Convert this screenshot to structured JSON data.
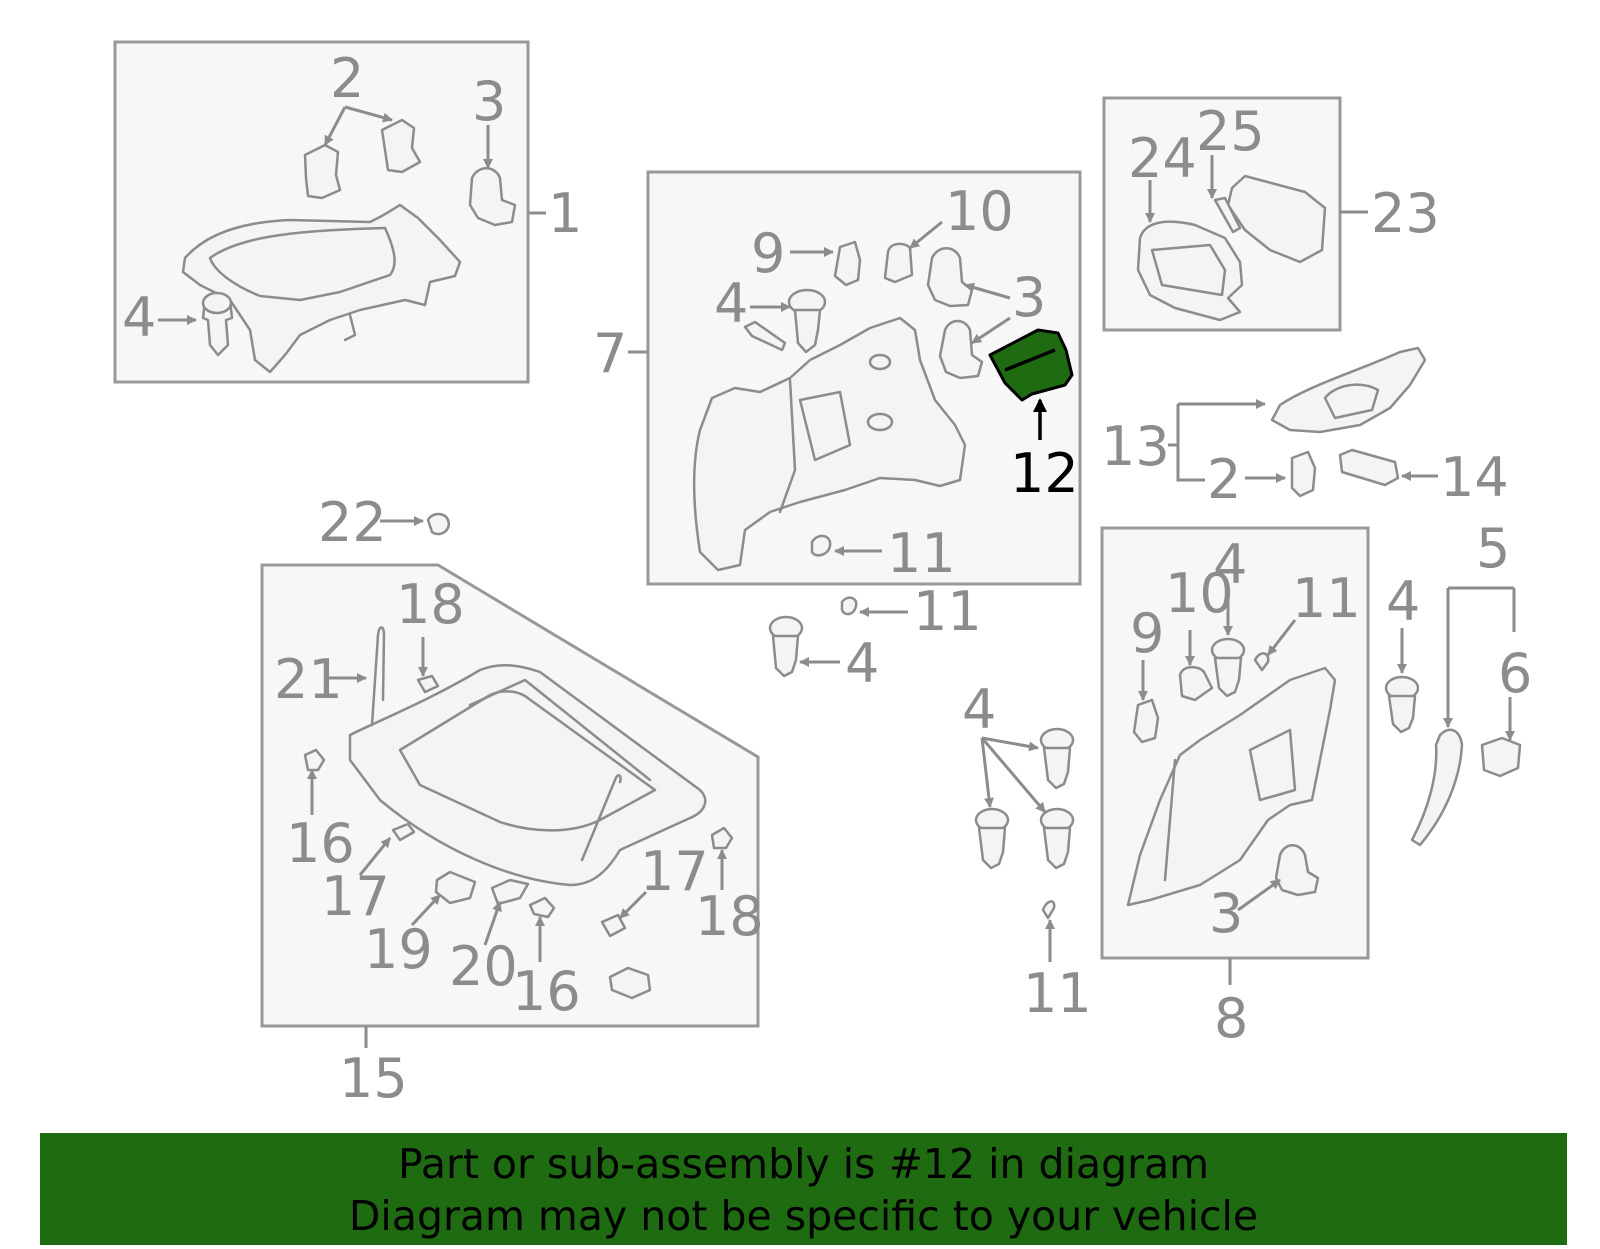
{
  "diagram": {
    "highlighted_part": "12",
    "highlight_color": "#1f6b12",
    "labels": {
      "a1": "1",
      "a2": "2",
      "a3": "3",
      "a4": "4",
      "b3": "3",
      "b4": "4",
      "b7": "7",
      "b9": "9",
      "b10": "10",
      "b11": "11",
      "b12": "12",
      "c23": "23",
      "c24": "24",
      "c25": "25",
      "d13": "13",
      "d2": "2",
      "d14": "14",
      "e22": "22",
      "e11": "11",
      "e4": "4",
      "f15": "15",
      "f16a": "16",
      "f16b": "16",
      "f17a": "17",
      "f17b": "17",
      "f18a": "18",
      "f18b": "18",
      "f19": "19",
      "f20": "20",
      "f21": "21",
      "g4": "4",
      "g11": "11",
      "h3": "3",
      "h4": "4",
      "h8": "8",
      "h9": "9",
      "h10": "10",
      "h11": "11",
      "i4": "4",
      "i5": "5",
      "i6": "6"
    }
  },
  "banner": {
    "line1": "Part or sub-assembly is #12 in diagram",
    "line2": "Diagram may not be specific to your vehicle",
    "background_color": "#1f6b12"
  }
}
